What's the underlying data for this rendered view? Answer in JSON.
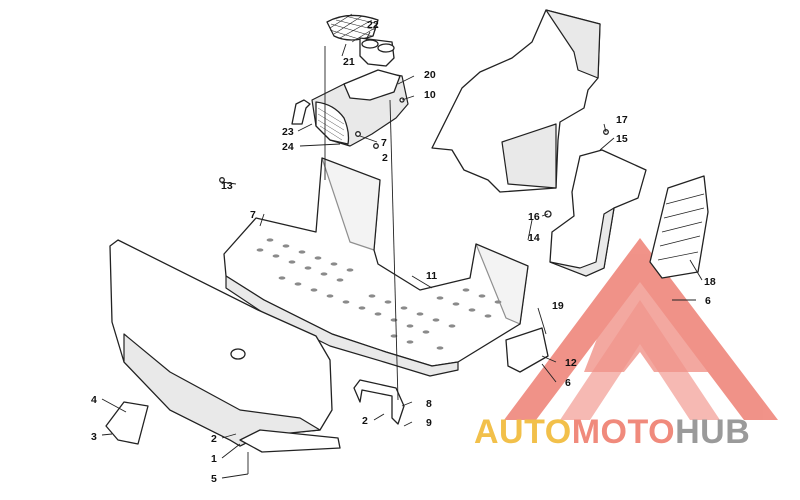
{
  "callouts": {
    "c1": "1",
    "c2a": "2",
    "c2b": "2",
    "c2c": "2",
    "c3": "3",
    "c4": "4",
    "c5": "5",
    "c6a": "6",
    "c6b": "6",
    "c7a": "7",
    "c7b": "7",
    "c8": "8",
    "c9": "9",
    "c10": "10",
    "c11": "11",
    "c12": "12",
    "c13": "13",
    "c14": "14",
    "c15": "15",
    "c16": "16",
    "c17": "17",
    "c18": "18",
    "c19": "19",
    "c20": "20",
    "c21": "21",
    "c22": "22",
    "c23": "23",
    "c24": "24"
  },
  "watermark": {
    "part1": "AUTO",
    "part2": "MOTO",
    "part3": "HUB",
    "colors": {
      "auto": "#f2c04a",
      "moto": "#f08a7c",
      "hub": "#9a9a9a",
      "triangle": "#ee8074"
    }
  }
}
